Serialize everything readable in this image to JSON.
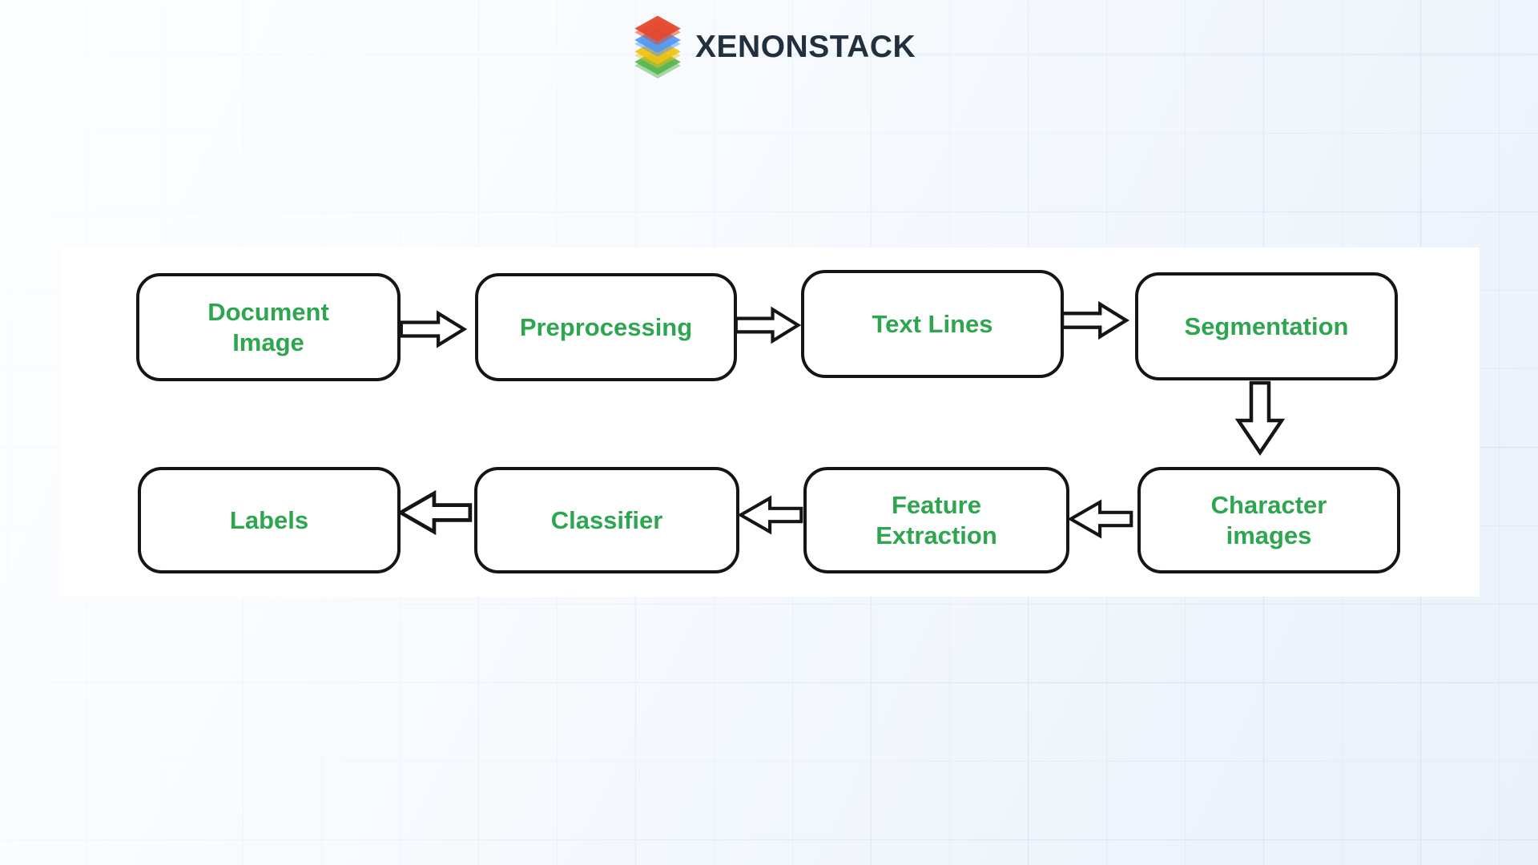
{
  "header": {
    "logo": {
      "text": "XENONSTACK",
      "layers": [
        {
          "name": "red",
          "color": "#e4492d"
        },
        {
          "name": "blue",
          "color": "#4f97f6"
        },
        {
          "name": "yellow",
          "color": "#f1c113"
        },
        {
          "name": "green",
          "color": "#54b44b"
        }
      ]
    }
  },
  "diagram": {
    "nodes": [
      {
        "label": "Document\nImage"
      },
      {
        "label": "Preprocessing"
      },
      {
        "label": "Text Lines"
      },
      {
        "label": "Segmentation"
      },
      {
        "label": "Character\nimages"
      },
      {
        "label": "Feature\nExtraction"
      },
      {
        "label": "Classifier"
      },
      {
        "label": "Labels"
      }
    ],
    "flow_order": [
      "Document Image",
      "Preprocessing",
      "Text Lines",
      "Segmentation",
      "Character images",
      "Feature Extraction",
      "Classifier",
      "Labels"
    ],
    "icons": {
      "logo": "stacked-layers",
      "arrow_right": "block-arrow-right",
      "arrow_down": "block-arrow-down",
      "arrow_left": "block-arrow-left"
    }
  },
  "colors": {
    "node_text": "#2ea650",
    "node_border": "#151515",
    "logo_text": "#222f3e",
    "panel_bg": "#ffffff",
    "grid_line": "#dce7f5"
  }
}
